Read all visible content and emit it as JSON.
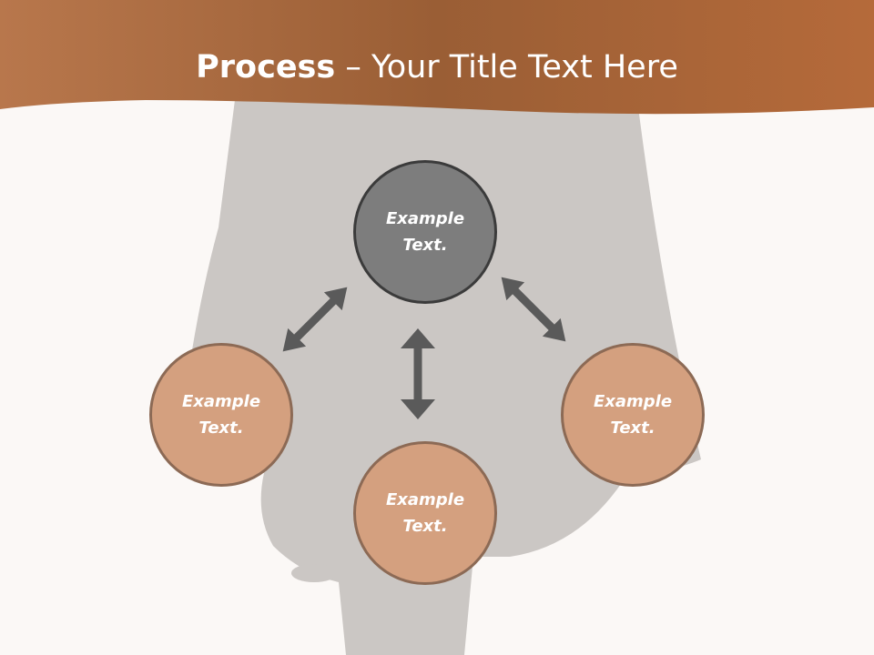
{
  "title": {
    "bold": "Process",
    "rest": " – Your Title Text Here"
  },
  "nodes": {
    "top": "Example Text.",
    "left": "Example Text.",
    "right": "Example Text.",
    "bottom": "Example Text."
  },
  "colors": {
    "header_band": "#b06a3b",
    "top_node_fill": "#7d7d7d",
    "top_node_border": "#3b3b3b",
    "orange_node_fill": "#d4a07f",
    "orange_node_border": "#8c6a55",
    "arrow": "#5a5a5a",
    "background": "#fbf8f6",
    "silhouette": "#cbc7c4"
  },
  "icons": [
    "double-arrow-icon"
  ]
}
